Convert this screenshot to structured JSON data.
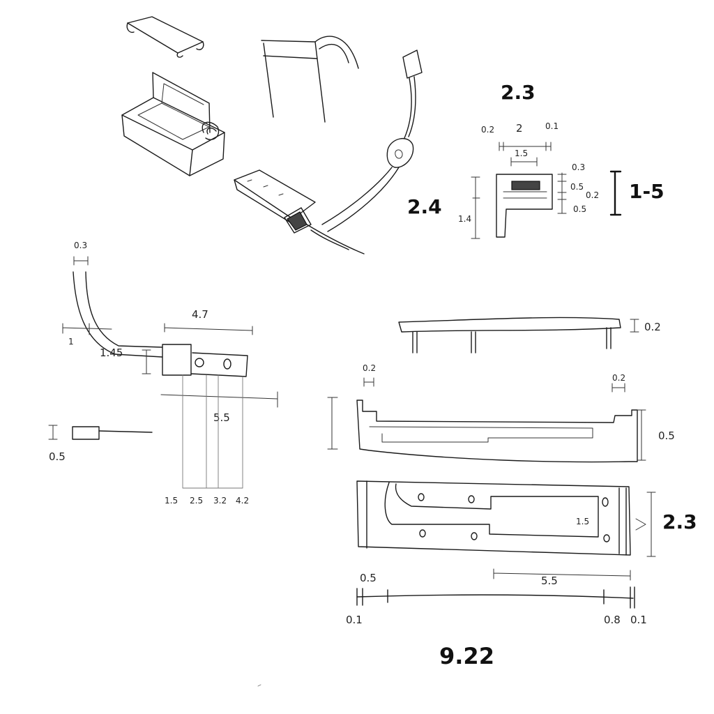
{
  "labels": {
    "top_width_bold": "2.3",
    "top_left_02": "0.2",
    "top_mid_2": "2",
    "top_right_01": "0.1",
    "top_inner_15": "1.5",
    "right_03": "0.3",
    "right_05a": "0.5",
    "right_02": "0.2",
    "right_05b": "0.5",
    "height_bold_15": "1-5",
    "height_bold_24": "2.4",
    "left_14": "1.4",
    "cable_03": "0.3",
    "tag_1": "1",
    "tag_145": "1.45",
    "width_47": "4.7",
    "length_55": "5.5",
    "conn_05": "0.5",
    "stations": [
      "1.5",
      "2.5",
      "3.2",
      "4.2"
    ],
    "tray_02_right": "0.2",
    "tray_02_left": "0.2",
    "tray_02_right2": "0.2",
    "tray_05": "0.5",
    "tray_15": "1.5",
    "tray_23_bold": "2.3",
    "bottom_05": "0.5",
    "bottom_55": "5.5",
    "bottom_01_left": "0.1",
    "bottom_08": "0.8",
    "bottom_01_right": "0.1",
    "total_bold": "9.22"
  },
  "colors": {
    "ink": "#1a1a1a",
    "paper": "#ffffff"
  }
}
